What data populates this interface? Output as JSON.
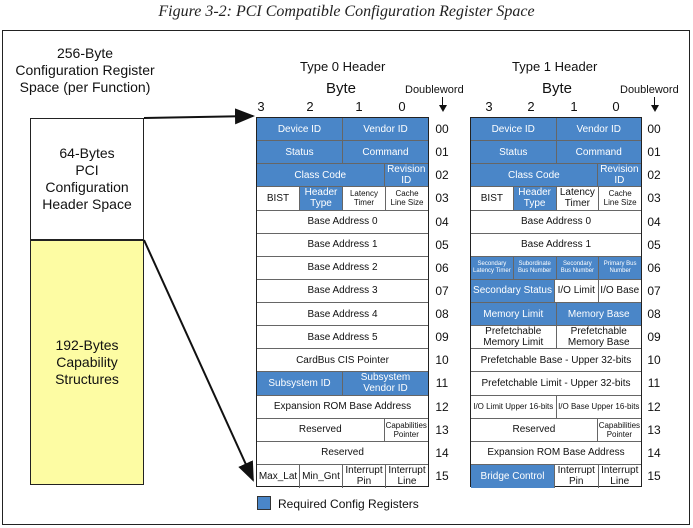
{
  "caption": "Figure 3-2: PCI Compatible Configuration Register Space",
  "left_panel": {
    "space_title": [
      "256-Byte",
      "Configuration Register",
      "Space (per Function)"
    ],
    "header_block": [
      "64-Bytes",
      "PCI Configuration",
      "Header Space"
    ],
    "capability_block": [
      "192-Bytes",
      "Capability",
      "Structures"
    ]
  },
  "byte_label": "Byte",
  "byte_numbers": [
    "3",
    "2",
    "1",
    "0"
  ],
  "doubleword_label": "Doubleword",
  "doubleword_numbers": [
    "00",
    "01",
    "02",
    "03",
    "04",
    "05",
    "06",
    "07",
    "08",
    "09",
    "10",
    "11",
    "12",
    "13",
    "14",
    "15"
  ],
  "colors": {
    "required": "#4a86c8",
    "capability": "#fdfca3"
  },
  "legend": "Required Config Registers",
  "type0": {
    "title": "Type 0 Header",
    "rows": [
      [
        {
          "text": "Device ID",
          "span": 2,
          "blue": true
        },
        {
          "text": "Vendor ID",
          "span": 2,
          "blue": true
        }
      ],
      [
        {
          "text": "Status",
          "span": 2,
          "blue": true
        },
        {
          "text": "Command",
          "span": 2,
          "blue": true
        }
      ],
      [
        {
          "text": "Class Code",
          "span": 3,
          "blue": true
        },
        {
          "text": "Revision ID",
          "span": 1,
          "blue": true
        }
      ],
      [
        {
          "text": "BIST",
          "span": 1
        },
        {
          "text": "Header Type",
          "span": 1,
          "blue": true
        },
        {
          "text": "Latency Timer",
          "span": 1,
          "size": "small"
        },
        {
          "text": "Cache Line Size",
          "span": 1,
          "size": "small"
        }
      ],
      [
        {
          "text": "Base Address 0",
          "span": 4
        }
      ],
      [
        {
          "text": "Base Address 1",
          "span": 4
        }
      ],
      [
        {
          "text": "Base Address 2",
          "span": 4
        }
      ],
      [
        {
          "text": "Base Address 3",
          "span": 4
        }
      ],
      [
        {
          "text": "Base Address 4",
          "span": 4
        }
      ],
      [
        {
          "text": "Base Address 5",
          "span": 4
        }
      ],
      [
        {
          "text": "CardBus CIS Pointer",
          "span": 4
        }
      ],
      [
        {
          "text": "Subsystem ID",
          "span": 2,
          "blue": true
        },
        {
          "text": "Subsystem Vendor ID",
          "span": 2,
          "blue": true
        }
      ],
      [
        {
          "text": "Expansion ROM Base Address",
          "span": 4
        }
      ],
      [
        {
          "text": "Reserved",
          "span": 3
        },
        {
          "text": "Capabilities Pointer",
          "span": 1,
          "size": "small"
        }
      ],
      [
        {
          "text": "Reserved",
          "span": 4
        }
      ],
      [
        {
          "text": "Max_Lat",
          "span": 1
        },
        {
          "text": "Min_Gnt",
          "span": 1
        },
        {
          "text": "Interrupt Pin",
          "span": 1
        },
        {
          "text": "Interrupt Line",
          "span": 1
        }
      ]
    ]
  },
  "type1": {
    "title": "Type 1 Header",
    "rows": [
      [
        {
          "text": "Device ID",
          "span": 2,
          "blue": true
        },
        {
          "text": "Vendor ID",
          "span": 2,
          "blue": true
        }
      ],
      [
        {
          "text": "Status",
          "span": 2,
          "blue": true
        },
        {
          "text": "Command",
          "span": 2,
          "blue": true
        }
      ],
      [
        {
          "text": "Class Code",
          "span": 3,
          "blue": true
        },
        {
          "text": "Revision ID",
          "span": 1,
          "blue": true
        }
      ],
      [
        {
          "text": "BIST",
          "span": 1
        },
        {
          "text": "Header Type",
          "span": 1,
          "blue": true
        },
        {
          "text": "Latency Timer",
          "span": 1
        },
        {
          "text": "Cache Line Size",
          "span": 1,
          "size": "small"
        }
      ],
      [
        {
          "text": "Base Address 0",
          "span": 4
        }
      ],
      [
        {
          "text": "Base Address 1",
          "span": 4
        }
      ],
      [
        {
          "text": "Secondary Latency Timer",
          "span": 1,
          "blue": true,
          "size": "tiny"
        },
        {
          "text": "Subordinate Bus Number",
          "span": 1,
          "blue": true,
          "size": "tiny"
        },
        {
          "text": "Secondary Bus Number",
          "span": 1,
          "blue": true,
          "size": "tiny"
        },
        {
          "text": "Primary Bus Number",
          "span": 1,
          "blue": true,
          "size": "tiny"
        }
      ],
      [
        {
          "text": "Secondary Status",
          "span": 2,
          "blue": true
        },
        {
          "text": "I/O Limit",
          "span": 1
        },
        {
          "text": "I/O Base",
          "span": 1
        }
      ],
      [
        {
          "text": "Memory Limit",
          "span": 2,
          "blue": true
        },
        {
          "text": "Memory Base",
          "span": 2,
          "blue": true
        }
      ],
      [
        {
          "text": "Prefetchable Memory Limit",
          "span": 2
        },
        {
          "text": "Prefetchable Memory Base",
          "span": 2
        }
      ],
      [
        {
          "text": "Prefetchable Base - Upper 32-bits",
          "span": 4
        }
      ],
      [
        {
          "text": "Prefetchable Limit - Upper 32-bits",
          "span": 4
        }
      ],
      [
        {
          "text": "I/O Limit Upper 16-bits",
          "span": 2,
          "size": "small"
        },
        {
          "text": "I/O Base Upper 16-bits",
          "span": 2,
          "size": "small"
        }
      ],
      [
        {
          "text": "Reserved",
          "span": 3
        },
        {
          "text": "Capabilities Pointer",
          "span": 1,
          "size": "small"
        }
      ],
      [
        {
          "text": "Expansion ROM Base Address",
          "span": 4
        }
      ],
      [
        {
          "text": "Bridge Control",
          "span": 2,
          "blue": true
        },
        {
          "text": "Interrupt Pin",
          "span": 1
        },
        {
          "text": "Interrupt Line",
          "span": 1
        }
      ]
    ]
  }
}
